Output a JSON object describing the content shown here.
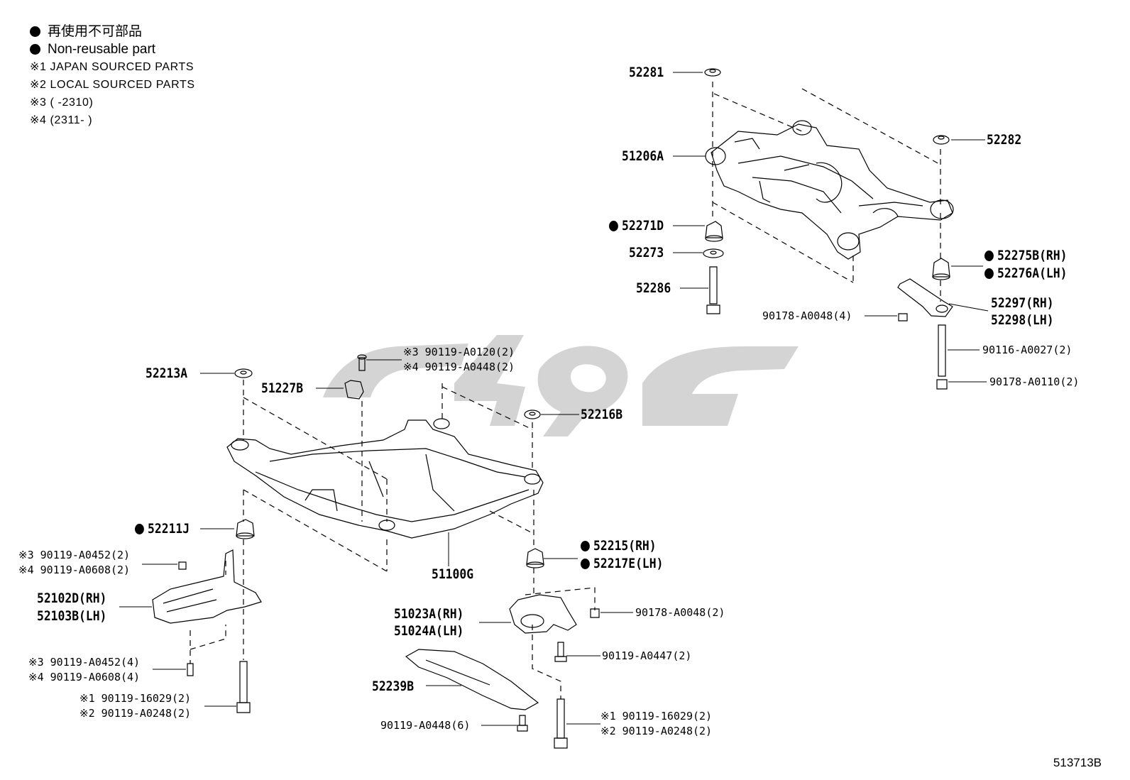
{
  "legend": {
    "jp": "再使用不可部品",
    "en": "Non-reusable part",
    "notes": [
      "※1  JAPAN SOURCED PARTS",
      "※2  LOCAL SOURCED PARTS",
      "※3 (        -2310)",
      "※4 (2311-        )"
    ]
  },
  "reference": "513713B",
  "labels": [
    {
      "id": "52281",
      "text": "52281",
      "dot": false,
      "size": "big"
    },
    {
      "id": "51206a",
      "text": "51206A",
      "dot": false,
      "size": "big"
    },
    {
      "id": "52282",
      "text": "52282",
      "dot": false,
      "size": "big"
    },
    {
      "id": "52271d",
      "text": "52271D",
      "dot": true,
      "size": "big"
    },
    {
      "id": "52273",
      "text": "52273",
      "dot": false,
      "size": "big"
    },
    {
      "id": "52286",
      "text": "52286",
      "dot": false,
      "size": "big"
    },
    {
      "id": "52275b",
      "text": "52275B(RH)",
      "dot": true,
      "size": "big"
    },
    {
      "id": "52276a",
      "text": "52276A(LH)",
      "dot": true,
      "size": "big"
    },
    {
      "id": "52297",
      "text": "52297(RH)",
      "dot": false,
      "size": "big"
    },
    {
      "id": "52298",
      "text": "52298(LH)",
      "dot": false,
      "size": "big"
    },
    {
      "id": "90178a0048-4",
      "text": "90178-A0048(4)",
      "dot": false,
      "size": "mid"
    },
    {
      "id": "90116a0027",
      "text": "90116-A0027(2)",
      "dot": false,
      "size": "mid"
    },
    {
      "id": "90178a0110",
      "text": "90178-A0110(2)",
      "dot": false,
      "size": "mid"
    },
    {
      "id": "52213a",
      "text": "52213A",
      "dot": false,
      "size": "big"
    },
    {
      "id": "51227b",
      "text": "51227B",
      "dot": false,
      "size": "big"
    },
    {
      "id": "90119a0120",
      "text": "※3 90119-A0120(2)",
      "dot": false,
      "size": "mid"
    },
    {
      "id": "90119a0448-2",
      "text": "※4 90119-A0448(2)",
      "dot": false,
      "size": "mid"
    },
    {
      "id": "52216b",
      "text": "52216B",
      "dot": false,
      "size": "big"
    },
    {
      "id": "52211j",
      "text": "52211J",
      "dot": true,
      "size": "big"
    },
    {
      "id": "90119a0452-2",
      "text": "※3 90119-A0452(2)",
      "dot": false,
      "size": "mid"
    },
    {
      "id": "90119a0608-2",
      "text": "※4 90119-A0608(2)",
      "dot": false,
      "size": "mid"
    },
    {
      "id": "52215",
      "text": "52215(RH)",
      "dot": true,
      "size": "big"
    },
    {
      "id": "52217e",
      "text": "52217E(LH)",
      "dot": true,
      "size": "big"
    },
    {
      "id": "51100g",
      "text": "51100G",
      "dot": false,
      "size": "big"
    },
    {
      "id": "52102d",
      "text": "52102D(RH)",
      "dot": false,
      "size": "big"
    },
    {
      "id": "52103b",
      "text": "52103B(LH)",
      "dot": false,
      "size": "big"
    },
    {
      "id": "51023a",
      "text": "51023A(RH)",
      "dot": false,
      "size": "big"
    },
    {
      "id": "51024a",
      "text": "51024A(LH)",
      "dot": false,
      "size": "big"
    },
    {
      "id": "90178a0048-2",
      "text": "90178-A0048(2)",
      "dot": false,
      "size": "mid"
    },
    {
      "id": "90119a0447",
      "text": "90119-A0447(2)",
      "dot": false,
      "size": "mid"
    },
    {
      "id": "90119a0452-4",
      "text": "※3 90119-A0452(4)",
      "dot": false,
      "size": "mid"
    },
    {
      "id": "90119a0608-4",
      "text": "※4 90119-A0608(4)",
      "dot": false,
      "size": "mid"
    },
    {
      "id": "52239b",
      "text": "52239B",
      "dot": false,
      "size": "big"
    },
    {
      "id": "90119-16029-l",
      "text": "※1 90119-16029(2)",
      "dot": false,
      "size": "mid"
    },
    {
      "id": "90119a0248-l",
      "text": "※2 90119-A0248(2)",
      "dot": false,
      "size": "mid"
    },
    {
      "id": "90119a0448-6",
      "text": "90119-A0448(6)",
      "dot": false,
      "size": "mid"
    },
    {
      "id": "90119-16029-r",
      "text": "※1 90119-16029(2)",
      "dot": false,
      "size": "mid"
    },
    {
      "id": "90119a0248-r",
      "text": "※2 90119-A0248(2)",
      "dot": false,
      "size": "mid"
    }
  ]
}
